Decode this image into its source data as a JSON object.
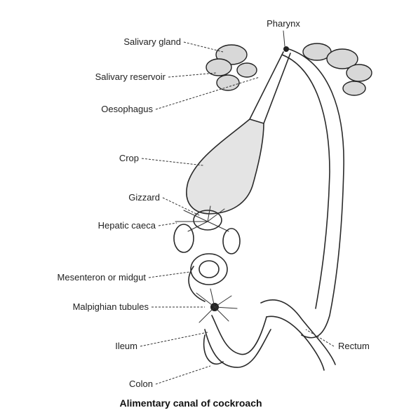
{
  "labels": {
    "pharynx": "Pharynx",
    "salivary_gland": "Salivary gland",
    "salivary_reservoir": "Salivary reservoir",
    "oesophagus": "Oesophagus",
    "crop": "Crop",
    "gizzard": "Gizzard",
    "hepatic_caeca": "Hepatic caeca",
    "mesenteron": "Mesenteron or midgut",
    "malpighian_tubules": "Malpighian tubules",
    "ileum": "Ileum",
    "rectum": "Rectum",
    "colon": "Colon"
  },
  "caption": "Alimentary canal of cockroach",
  "colors": {
    "ink": "#2a2a2a",
    "gland_fill": "#d8d8d8",
    "crop_fill": "#e4e4e4"
  }
}
